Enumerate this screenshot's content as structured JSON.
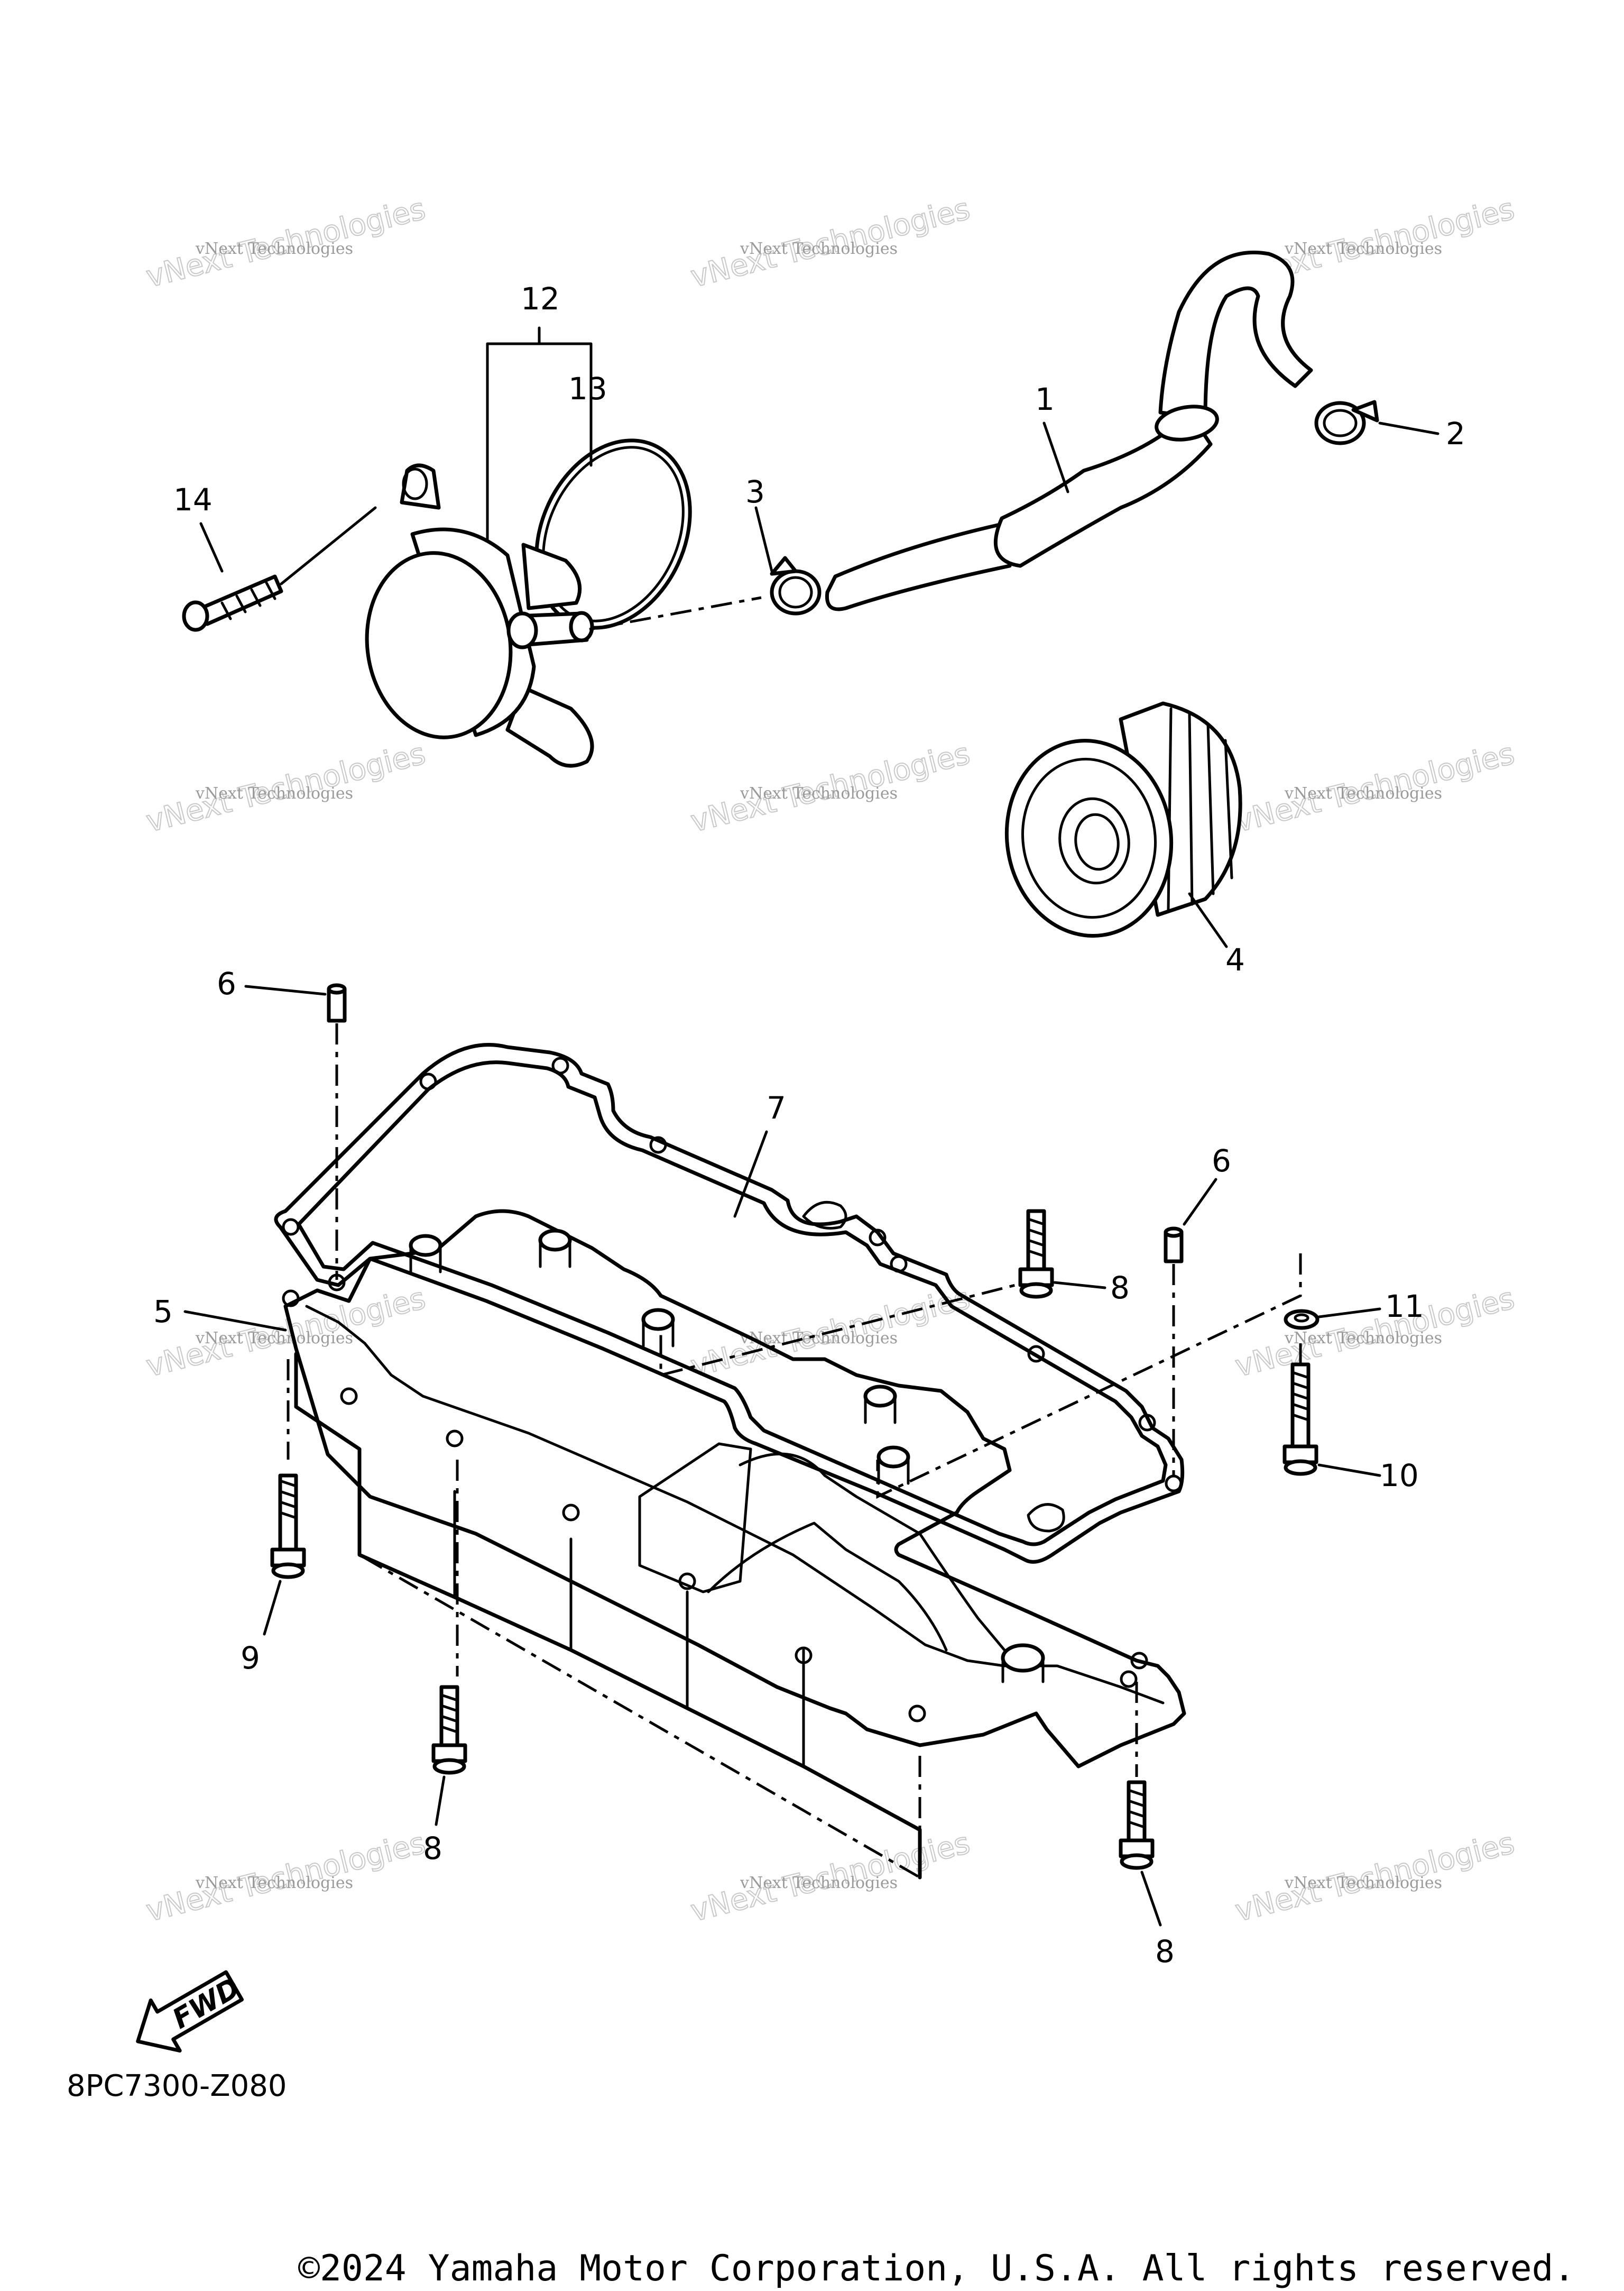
{
  "diagram": {
    "callouts": [
      "1",
      "2",
      "3",
      "4",
      "5",
      "6",
      "6",
      "7",
      "8",
      "8",
      "8",
      "9",
      "10",
      "11",
      "12",
      "13",
      "14"
    ],
    "fwd_label": "FWD",
    "part_code": "8PC7300-Z080",
    "watermark_line1": "vNext Technologies",
    "watermark_line2": "vNext Technologies"
  },
  "copyright": "©2024 Yamaha Motor Corporation, U.S.A. All rights reserved."
}
